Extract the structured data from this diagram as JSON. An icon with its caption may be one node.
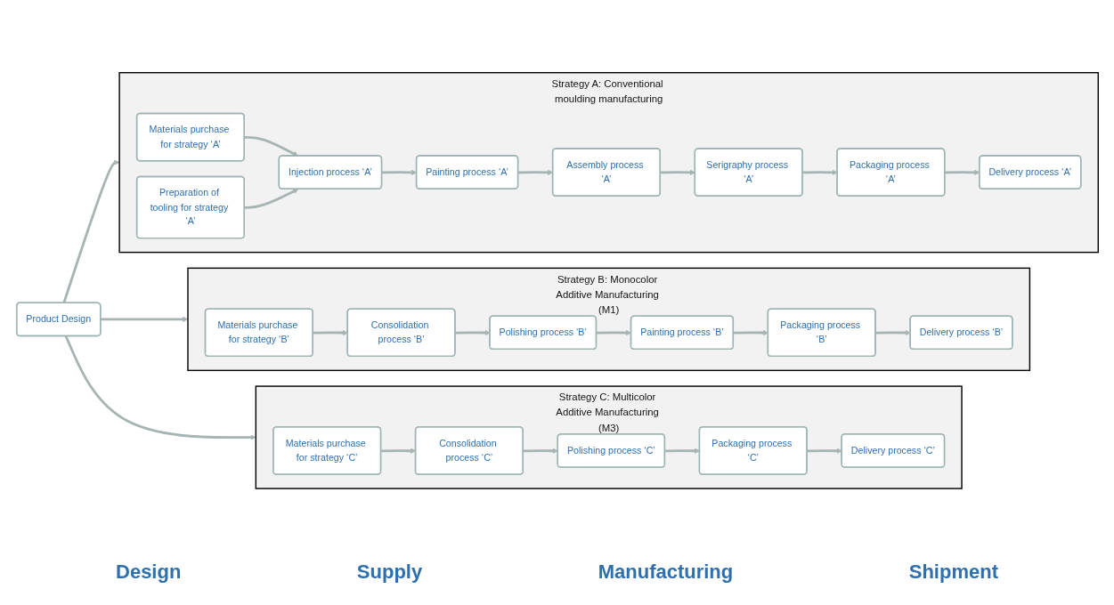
{
  "diagram": {
    "nodes": [
      {
        "text": [
          "Product Design"
        ]
      },
      {
        "text": [
          "Strategy A: Conventional moulding manufacturing"
        ]
      },
      {
        "text": [
          "Materials purchase for strategy ‘A’"
        ],
        "in": 1
      },
      {
        "text": [
          "Preparation of tooling for strategy ‘A’"
        ],
        "in": 1
      },
      {
        "text": [
          "Injection process ‘A’"
        ],
        "in": 1
      },
      {
        "text": [
          "Painting process ‘A’"
        ],
        "in": 1
      },
      {
        "text": [
          "Assembly process ‘A’"
        ],
        "in": 1
      },
      {
        "text": [
          "Serigraphy process ‘A’"
        ],
        "in": 1
      },
      {
        "text": [
          "Packaging process ‘A’"
        ],
        "in": 1
      },
      {
        "text": [
          "Delivery process ‘A’"
        ],
        "in": 1
      },
      {
        "text": [
          "Strategy B: Monocolor Additive Manufacturing (M1)"
        ]
      },
      {
        "text": [
          "Materials purchase for strategy ‘B’"
        ],
        "in": 10
      },
      {
        "text": [
          "Consolidation process ‘B’"
        ],
        "in": 10
      },
      {
        "text": [
          "Polishing process ‘B’"
        ],
        "in": 10
      },
      {
        "text": [
          "Painting process ‘B’"
        ],
        "in": 10
      },
      {
        "text": [
          "Packaging process ‘B’"
        ],
        "in": 10
      },
      {
        "text": [
          "Delivery process ‘B’"
        ],
        "in": 10
      },
      {
        "text": [
          "Strategy C: Multicolor Additive Manufacturing (M3)"
        ]
      },
      {
        "text": [
          "Materials purchase for strategy ‘C’"
        ],
        "in": 17
      },
      {
        "text": [
          "Consolidation process ‘C’"
        ],
        "in": 17
      },
      {
        "text": [
          "Polishing process ‘C’"
        ],
        "in": 17
      },
      {
        "text": [
          "Packaging process ‘C’"
        ],
        "in": 17
      },
      {
        "text": [
          "Delivery process ‘C’"
        ],
        "in": 17
      }
    ],
    "edges": [
      {
        "from": 0,
        "to": 1,
        "arrow": "to"
      },
      {
        "from": 0,
        "to": 10,
        "arrow": "to"
      },
      {
        "from": 0,
        "to": 17,
        "arrow": "to"
      },
      {
        "from": 2,
        "to": 4,
        "arrow": "to"
      },
      {
        "from": 3,
        "to": 4,
        "arrow": "to"
      },
      {
        "from": 4,
        "to": 5,
        "arrow": "to"
      },
      {
        "from": 5,
        "to": 6,
        "arrow": "to"
      },
      {
        "from": 6,
        "to": 7,
        "arrow": "to"
      },
      {
        "from": 7,
        "to": 8,
        "arrow": "to"
      },
      {
        "from": 8,
        "to": 9,
        "arrow": "to"
      },
      {
        "from": 11,
        "to": 12,
        "arrow": "to"
      },
      {
        "from": 12,
        "to": 13,
        "arrow": "to"
      },
      {
        "from": 13,
        "to": 14,
        "arrow": "to"
      },
      {
        "from": 14,
        "to": 15,
        "arrow": "to"
      },
      {
        "from": 15,
        "to": 16,
        "arrow": "to"
      },
      {
        "from": 18,
        "to": 19,
        "arrow": "to"
      },
      {
        "from": 19,
        "to": 20,
        "arrow": "to"
      },
      {
        "from": 20,
        "to": 21,
        "arrow": "to"
      },
      {
        "from": 21,
        "to": 22,
        "arrow": "to"
      }
    ],
    "labels": [
      "Design",
      "Supply",
      "Manufacturing",
      "Shipment"
    ]
  }
}
